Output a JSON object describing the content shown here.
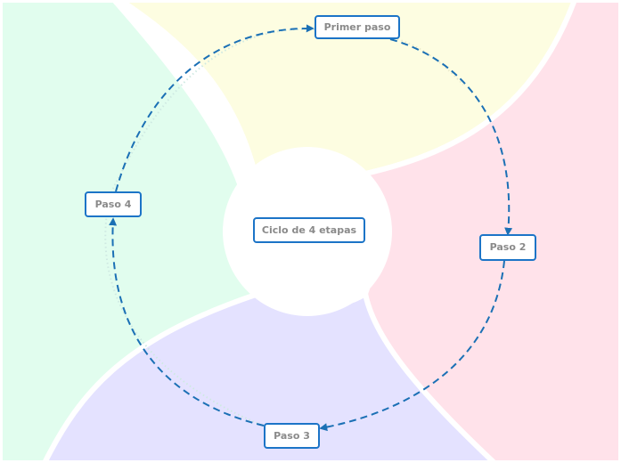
{
  "diagram": {
    "center": {
      "label": "Ciclo de 4 etapas"
    },
    "steps": [
      {
        "label": "Primer paso"
      },
      {
        "label": "Paso 2"
      },
      {
        "label": "Paso 3"
      },
      {
        "label": "Paso 4"
      }
    ]
  },
  "colors": {
    "sector_top": "#fdfde1",
    "sector_right": "#ffe2ea",
    "sector_bottom": "#e4e2ff",
    "sector_left": "#e1fdee",
    "node_border": "#1c74c7",
    "connector": "#1b70b5",
    "label_text": "#8a8a8a"
  }
}
